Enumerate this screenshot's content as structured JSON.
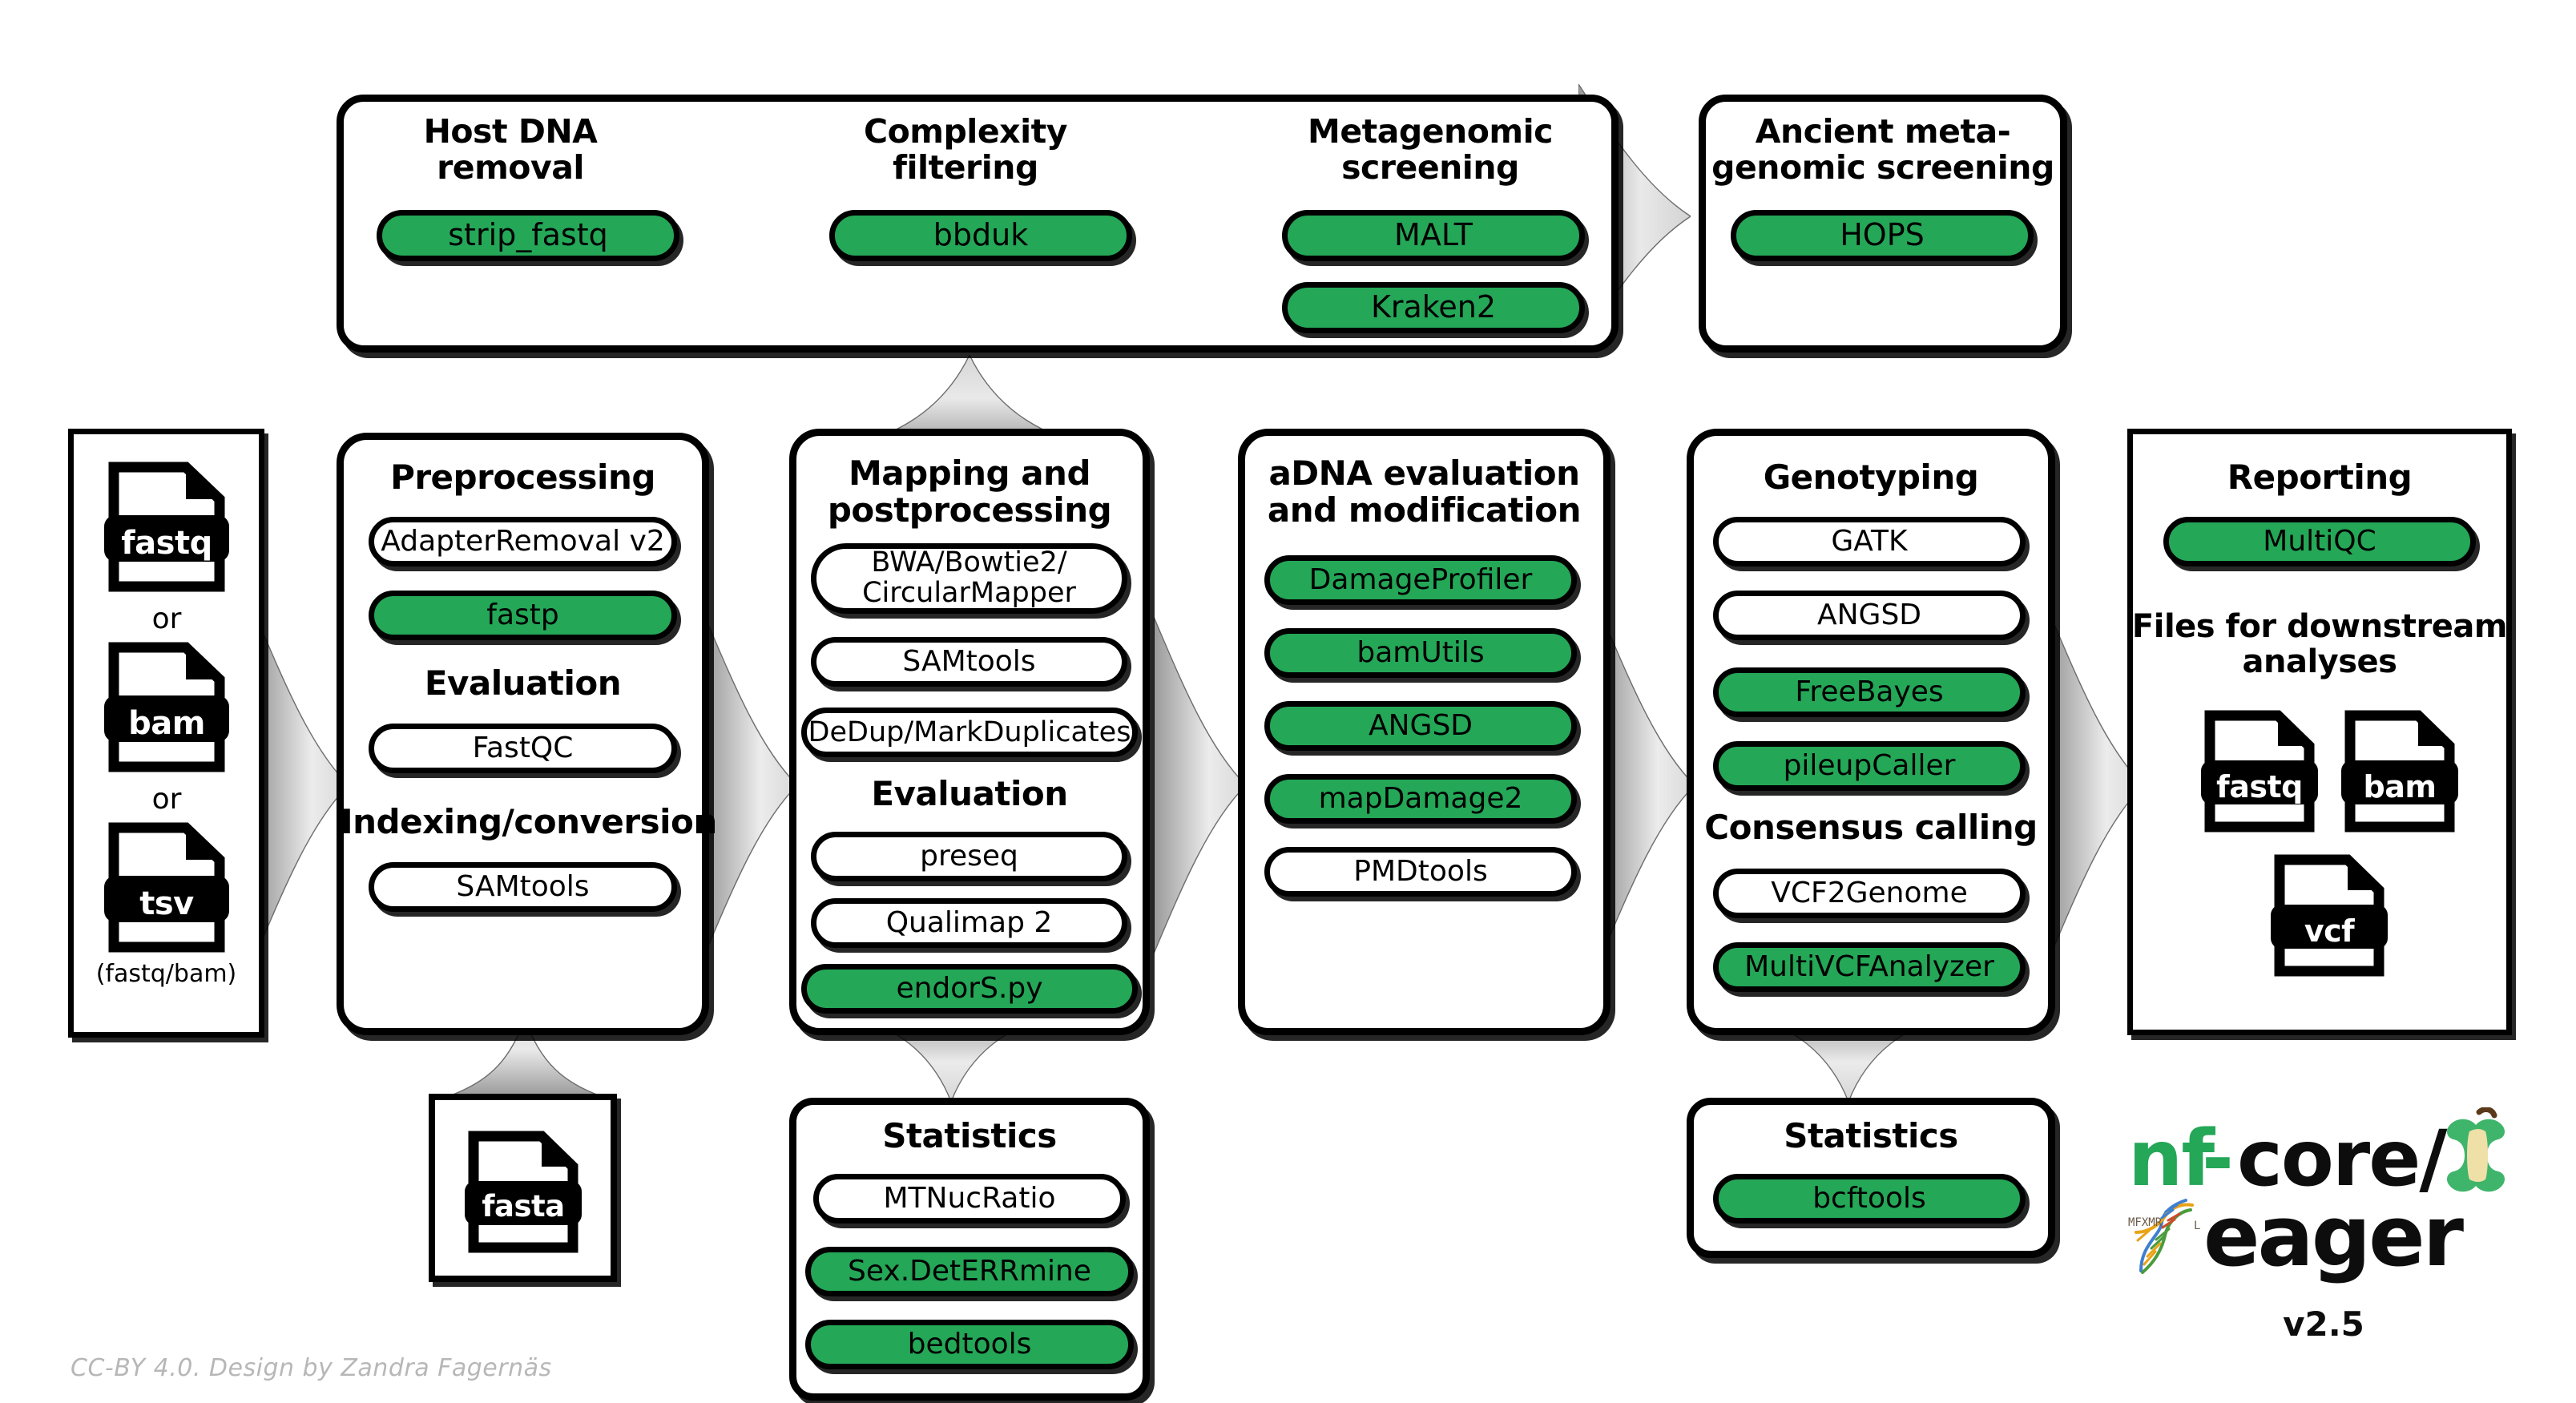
{
  "diagram": {
    "title": "nf-core/eager pipeline overview",
    "accent_green": "#24A757",
    "outline_black": "#000000"
  },
  "screening_panel": {
    "columns": [
      {
        "title": "Host DNA\nremoval",
        "title_line1": "Host DNA",
        "title_line2": "removal",
        "tools": [
          {
            "label": "strip_fastq",
            "green": true
          }
        ]
      },
      {
        "title": "Complexity\nfiltering",
        "title_line1": "Complexity",
        "title_line2": "filtering",
        "tools": [
          {
            "label": "bbduk",
            "green": true
          }
        ]
      },
      {
        "title": "Metagenomic\nscreening",
        "title_line1": "Metagenomic",
        "title_line2": "screening",
        "tools": [
          {
            "label": "MALT",
            "green": true
          },
          {
            "label": "Kraken2",
            "green": true
          }
        ]
      }
    ]
  },
  "ancient_panel": {
    "title_line1": "Ancient meta-",
    "title_line2": "genomic screening",
    "tools": [
      {
        "label": "HOPS",
        "green": true
      }
    ]
  },
  "input_panel": {
    "files": [
      {
        "ext": "fastq"
      },
      {
        "ext": "bam"
      },
      {
        "ext": "tsv"
      }
    ],
    "separators": [
      "or",
      "or"
    ],
    "note": "(fastq/bam)"
  },
  "preprocessing_panel": {
    "title": "Preprocessing",
    "tools": [
      {
        "label": "AdapterRemoval v2",
        "green": false
      },
      {
        "label": "fastp",
        "green": true
      }
    ],
    "subheads": [
      {
        "title": "Evaluation",
        "tools": [
          {
            "label": "FastQC",
            "green": false
          }
        ]
      },
      {
        "title": "Indexing/conversion",
        "tools": [
          {
            "label": "SAMtools",
            "green": false
          }
        ]
      }
    ]
  },
  "mapping_panel": {
    "title_line1": "Mapping and",
    "title_line2": "postprocessing",
    "tools": [
      {
        "label": "BWA/Bowtie2/\nCircularMapper",
        "line1": "BWA/Bowtie2/",
        "line2": "CircularMapper",
        "green": false
      },
      {
        "label": "SAMtools",
        "green": false
      },
      {
        "label": "DeDup/MarkDuplicates",
        "green": false
      }
    ],
    "subhead": "Evaluation",
    "eval_tools": [
      {
        "label": "preseq",
        "green": false
      },
      {
        "label": "Qualimap 2",
        "green": false
      },
      {
        "label": "endorS.py",
        "green": true
      }
    ]
  },
  "adna_panel": {
    "title_line1": "aDNA evaluation",
    "title_line2": "and modification",
    "tools": [
      {
        "label": "DamageProfiler",
        "green": true
      },
      {
        "label": "bamUtils",
        "green": true
      },
      {
        "label": "ANGSD",
        "green": true
      },
      {
        "label": "mapDamage2",
        "green": true
      },
      {
        "label": "PMDtools",
        "green": false
      }
    ]
  },
  "genotyping_panel": {
    "title": "Genotyping",
    "tools": [
      {
        "label": "GATK",
        "green": false
      },
      {
        "label": "ANGSD",
        "green": false
      },
      {
        "label": "FreeBayes",
        "green": true
      },
      {
        "label": "pileupCaller",
        "green": true
      }
    ],
    "subhead": "Consensus calling",
    "consensus_tools": [
      {
        "label": "VCF2Genome",
        "green": false
      },
      {
        "label": "MultiVCFAnalyzer",
        "green": true
      }
    ]
  },
  "reporting_panel": {
    "title": "Reporting",
    "tools": [
      {
        "label": "MultiQC",
        "green": true
      }
    ],
    "subhead_line1": "Files for downstream",
    "subhead_line2": "analyses",
    "files": [
      {
        "ext": "fastq"
      },
      {
        "ext": "bam"
      },
      {
        "ext": "vcf"
      }
    ]
  },
  "reference_panel": {
    "files": [
      {
        "ext": "fasta"
      }
    ]
  },
  "stats_mapping_panel": {
    "title": "Statistics",
    "tools": [
      {
        "label": "MTNucRatio",
        "green": false
      },
      {
        "label": "Sex.DetERRmine",
        "green": true
      },
      {
        "label": "bedtools",
        "green": true
      }
    ]
  },
  "stats_genotyping_panel": {
    "title": "Statistics",
    "tools": [
      {
        "label": "bcftools",
        "green": true
      }
    ]
  },
  "logo": {
    "nf": "nf",
    "dash": "-",
    "core": "core/",
    "eager": "eager",
    "version": "v2.5"
  },
  "credit": {
    "text": "CC-BY 4.0. Design by Zandra Fagernäs"
  }
}
